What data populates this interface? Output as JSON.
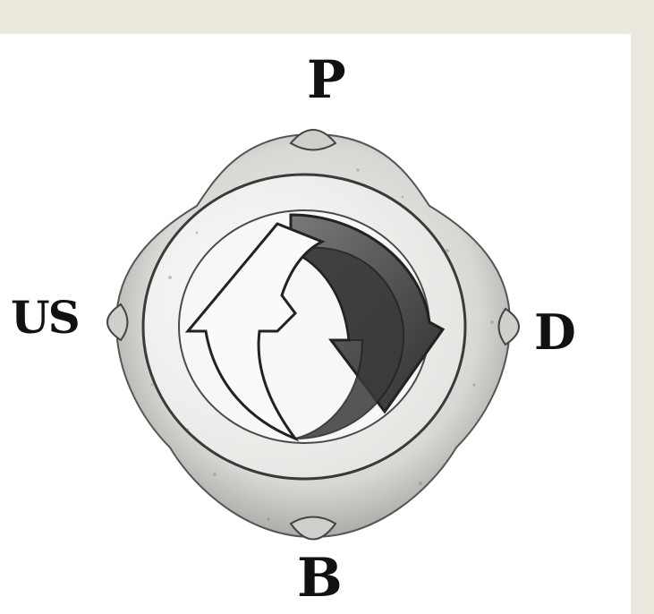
{
  "labels": {
    "top": "P",
    "left": "US",
    "right": "D",
    "bottom": "B"
  },
  "illustration": {
    "subject": "symbol-emblem-with-circular-arrows",
    "frame_color": "#ebe8de",
    "shade_color": "#2e2e2e"
  }
}
